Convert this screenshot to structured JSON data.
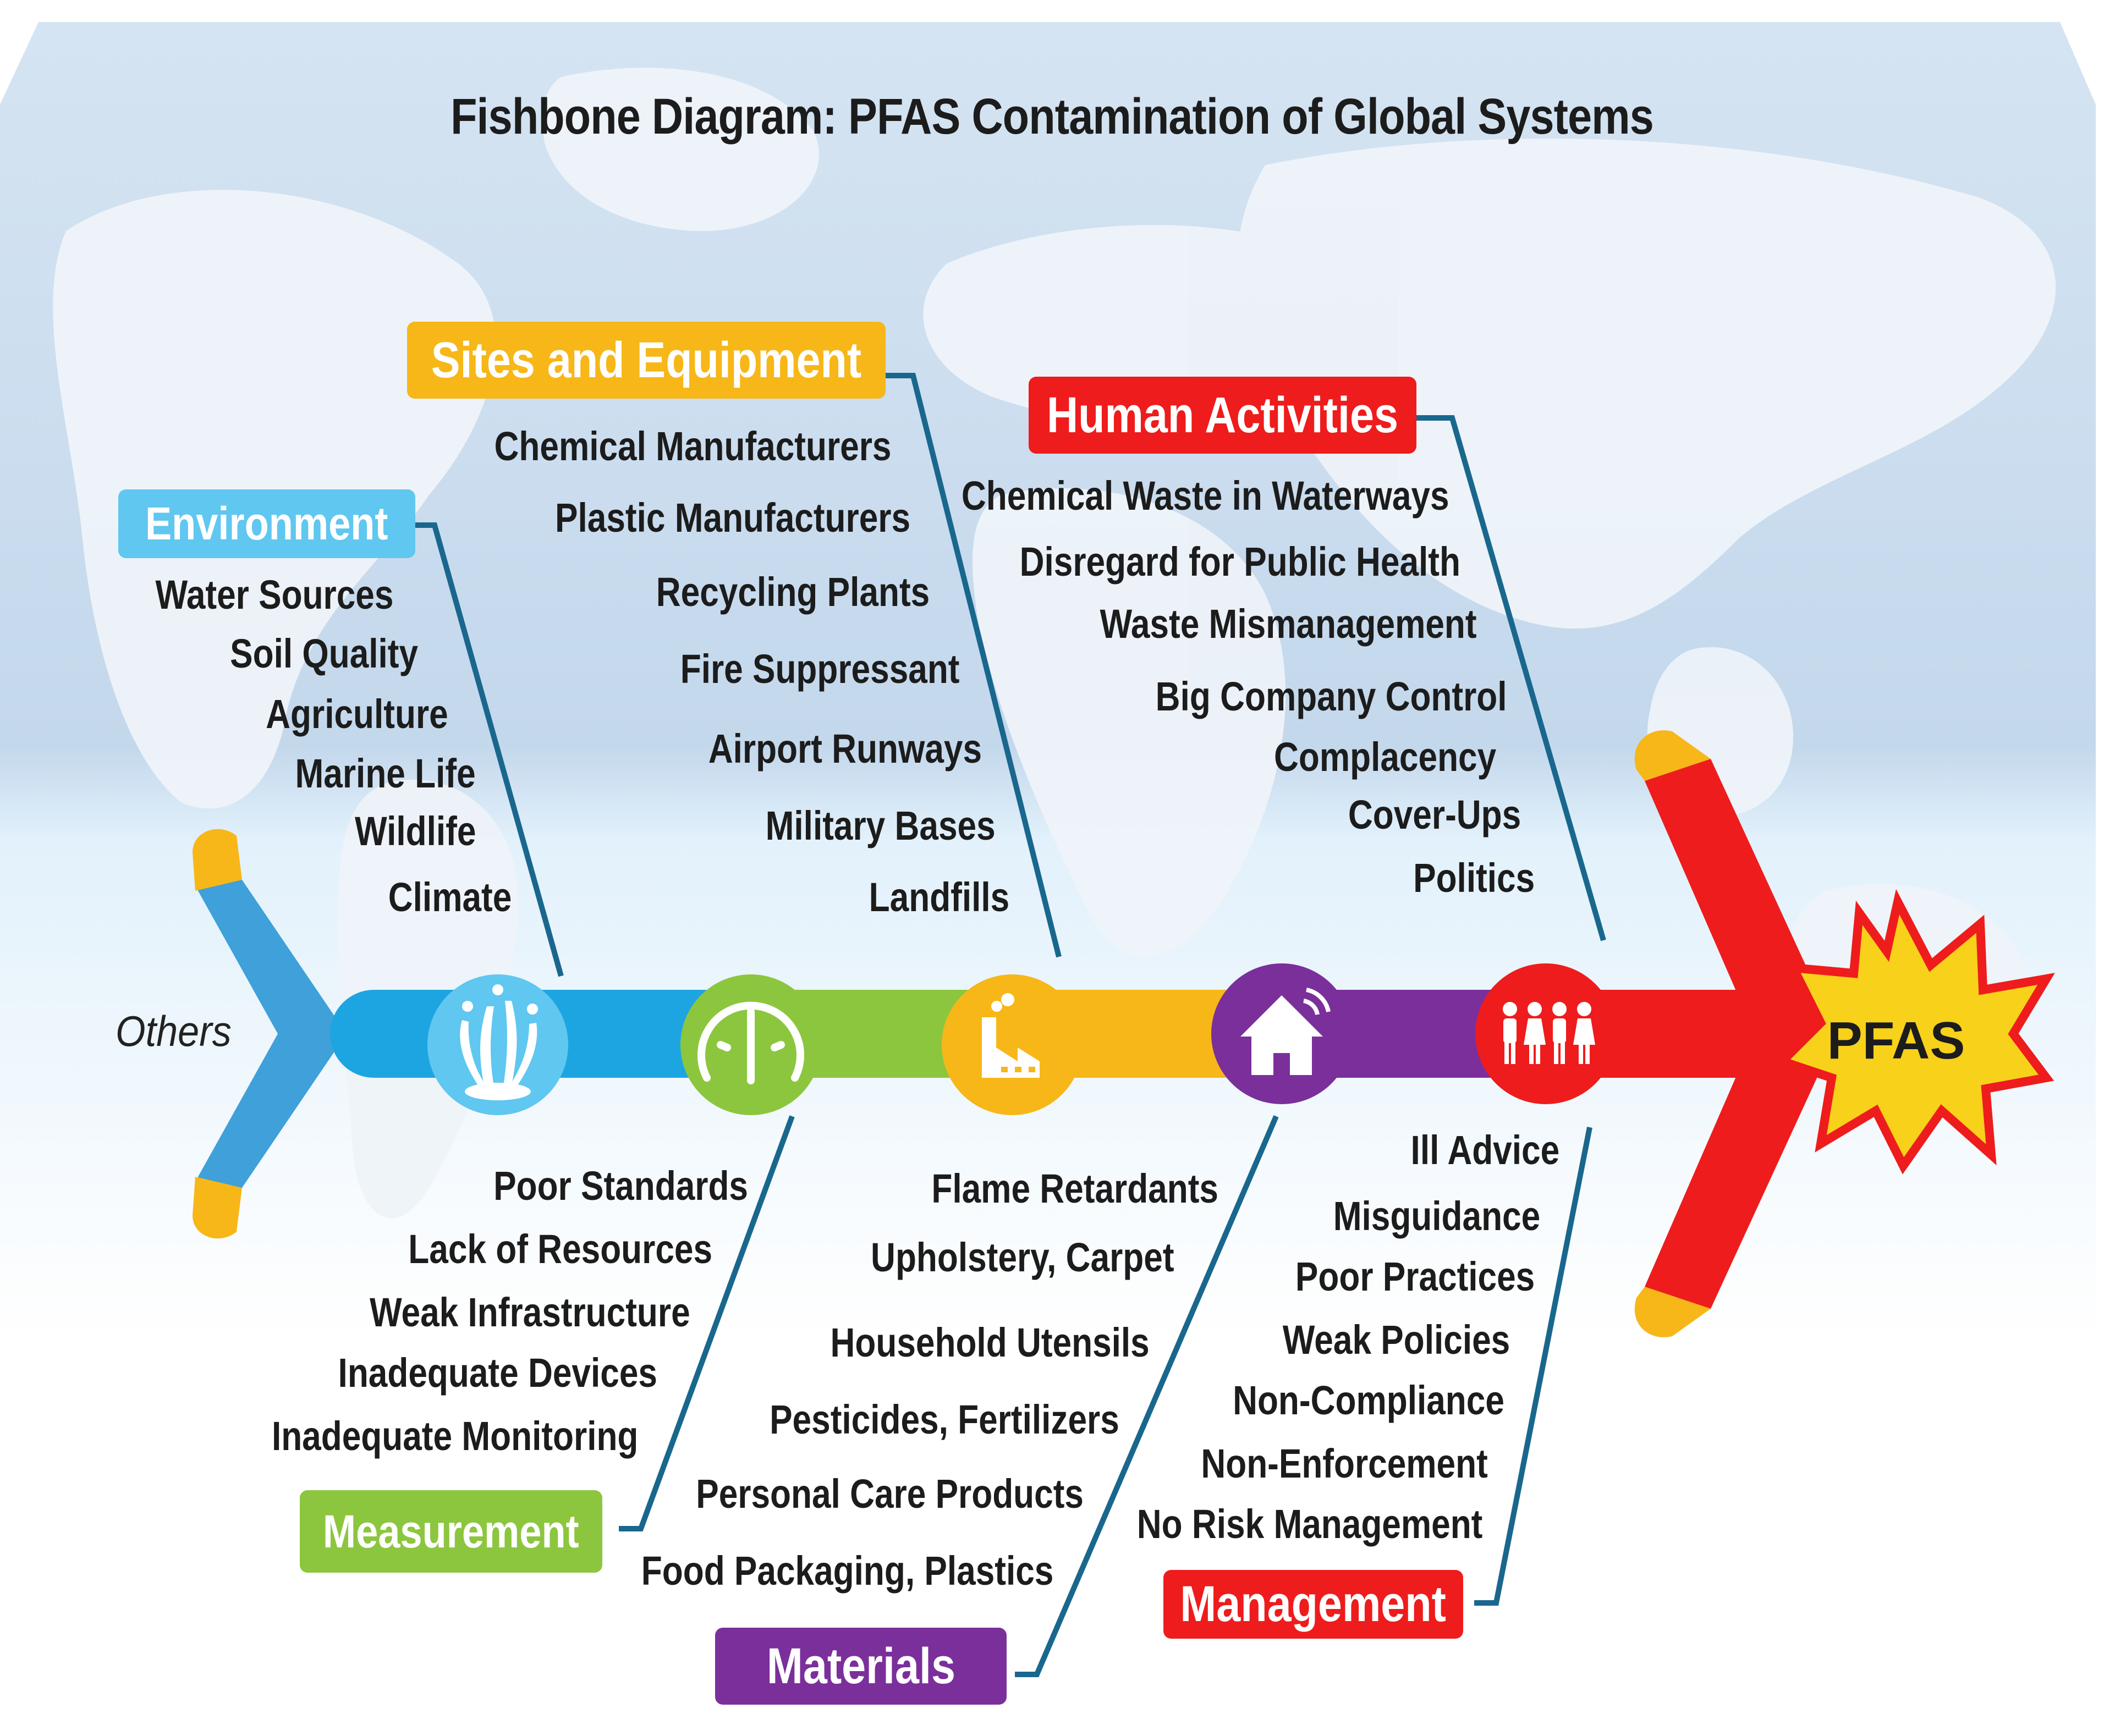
{
  "title": "Fishbone Diagram: PFAS Contamination of Global Systems",
  "effect": "PFAS",
  "tail_label": "Others",
  "categories": {
    "environment": {
      "label": "Environment",
      "color": "#5fc7f0",
      "causes": [
        "Water Sources",
        "Soil Quality",
        "Agriculture",
        "Marine Life",
        "Wildlife",
        "Climate"
      ]
    },
    "sites_equipment": {
      "label": "Sites and Equipment",
      "color": "#f7b718",
      "causes": [
        "Chemical Manufacturers",
        "Plastic Manufacturers",
        "Recycling Plants",
        "Fire Suppressant",
        "Airport Runways",
        "Military Bases",
        "Landfills"
      ]
    },
    "human_activities": {
      "label": "Human Activities",
      "color": "#ee1c1c",
      "causes": [
        "Chemical Waste in Waterways",
        "Disregard for Public Health",
        "Waste Mismanagement",
        "Big Company Control",
        "Complacency",
        "Cover-Ups",
        "Politics"
      ]
    },
    "measurement": {
      "label": "Measurement",
      "color": "#8cc63f",
      "causes": [
        "Poor Standards",
        "Lack of Resources",
        "Weak Infrastructure",
        "Inadequate Devices",
        "Inadequate Monitoring"
      ]
    },
    "materials": {
      "label": "Materials",
      "color": "#7b2f9b",
      "causes": [
        "Flame Retardants",
        "Upholstery, Carpet",
        "Household Utensils",
        "Pesticides, Fertilizers",
        "Personal Care Products",
        "Food Packaging, Plastics"
      ]
    },
    "management": {
      "label": "Management",
      "color": "#ee1c1c",
      "causes": [
        "Ill Advice",
        "Misguidance",
        "Poor Practices",
        "Weak Policies",
        "Non-Compliance",
        "Non-Enforcement",
        "No Risk Management"
      ]
    }
  },
  "icons": {
    "environment": "water-splash-icon",
    "measurement": "gauge-icon",
    "sites_equipment": "factory-icon",
    "materials": "smart-home-icon",
    "human_activities": "people-group-icon"
  }
}
